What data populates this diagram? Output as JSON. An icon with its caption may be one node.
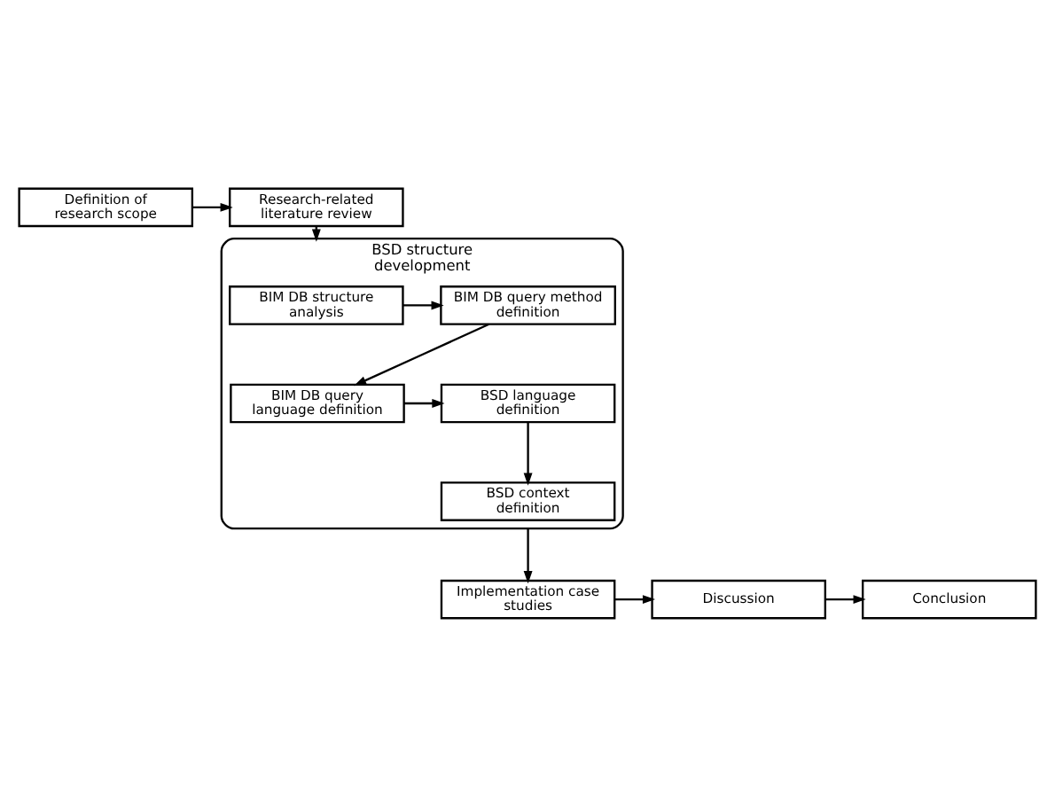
{
  "diagram": {
    "nodes": [
      {
        "text": [
          "Definition of research scope"
        ]
      },
      {
        "text": [
          "Research-related literature review"
        ]
      },
      {
        "text": [
          "BSD structure development"
        ]
      },
      {
        "text": [
          "BIM DB structure analysis"
        ],
        "in": 2
      },
      {
        "text": [
          "BIM DB query method definition"
        ],
        "in": 2
      },
      {
        "text": [
          "BIM DB query language definition"
        ],
        "in": 2
      },
      {
        "text": [
          "BSD language definition"
        ],
        "in": 2
      },
      {
        "text": [
          "BSD context definition"
        ],
        "in": 2
      },
      {
        "text": [
          "Implementation case studies"
        ]
      },
      {
        "text": [
          "Discussion"
        ]
      },
      {
        "text": [
          "Conclusion"
        ]
      }
    ],
    "edges": [
      {
        "from": 0,
        "to": 1,
        "arrow": "to"
      },
      {
        "from": 1,
        "to": 2,
        "arrow": "to"
      },
      {
        "from": 3,
        "to": 4,
        "arrow": "to"
      },
      {
        "from": 4,
        "to": 5,
        "arrow": "to"
      },
      {
        "from": 5,
        "to": 6,
        "arrow": "to"
      },
      {
        "from": 6,
        "to": 7,
        "arrow": "to"
      },
      {
        "from": 2,
        "to": 8,
        "arrow": "to"
      },
      {
        "from": 8,
        "to": 9,
        "arrow": "to"
      },
      {
        "from": 9,
        "to": 10,
        "arrow": "to"
      }
    ]
  }
}
